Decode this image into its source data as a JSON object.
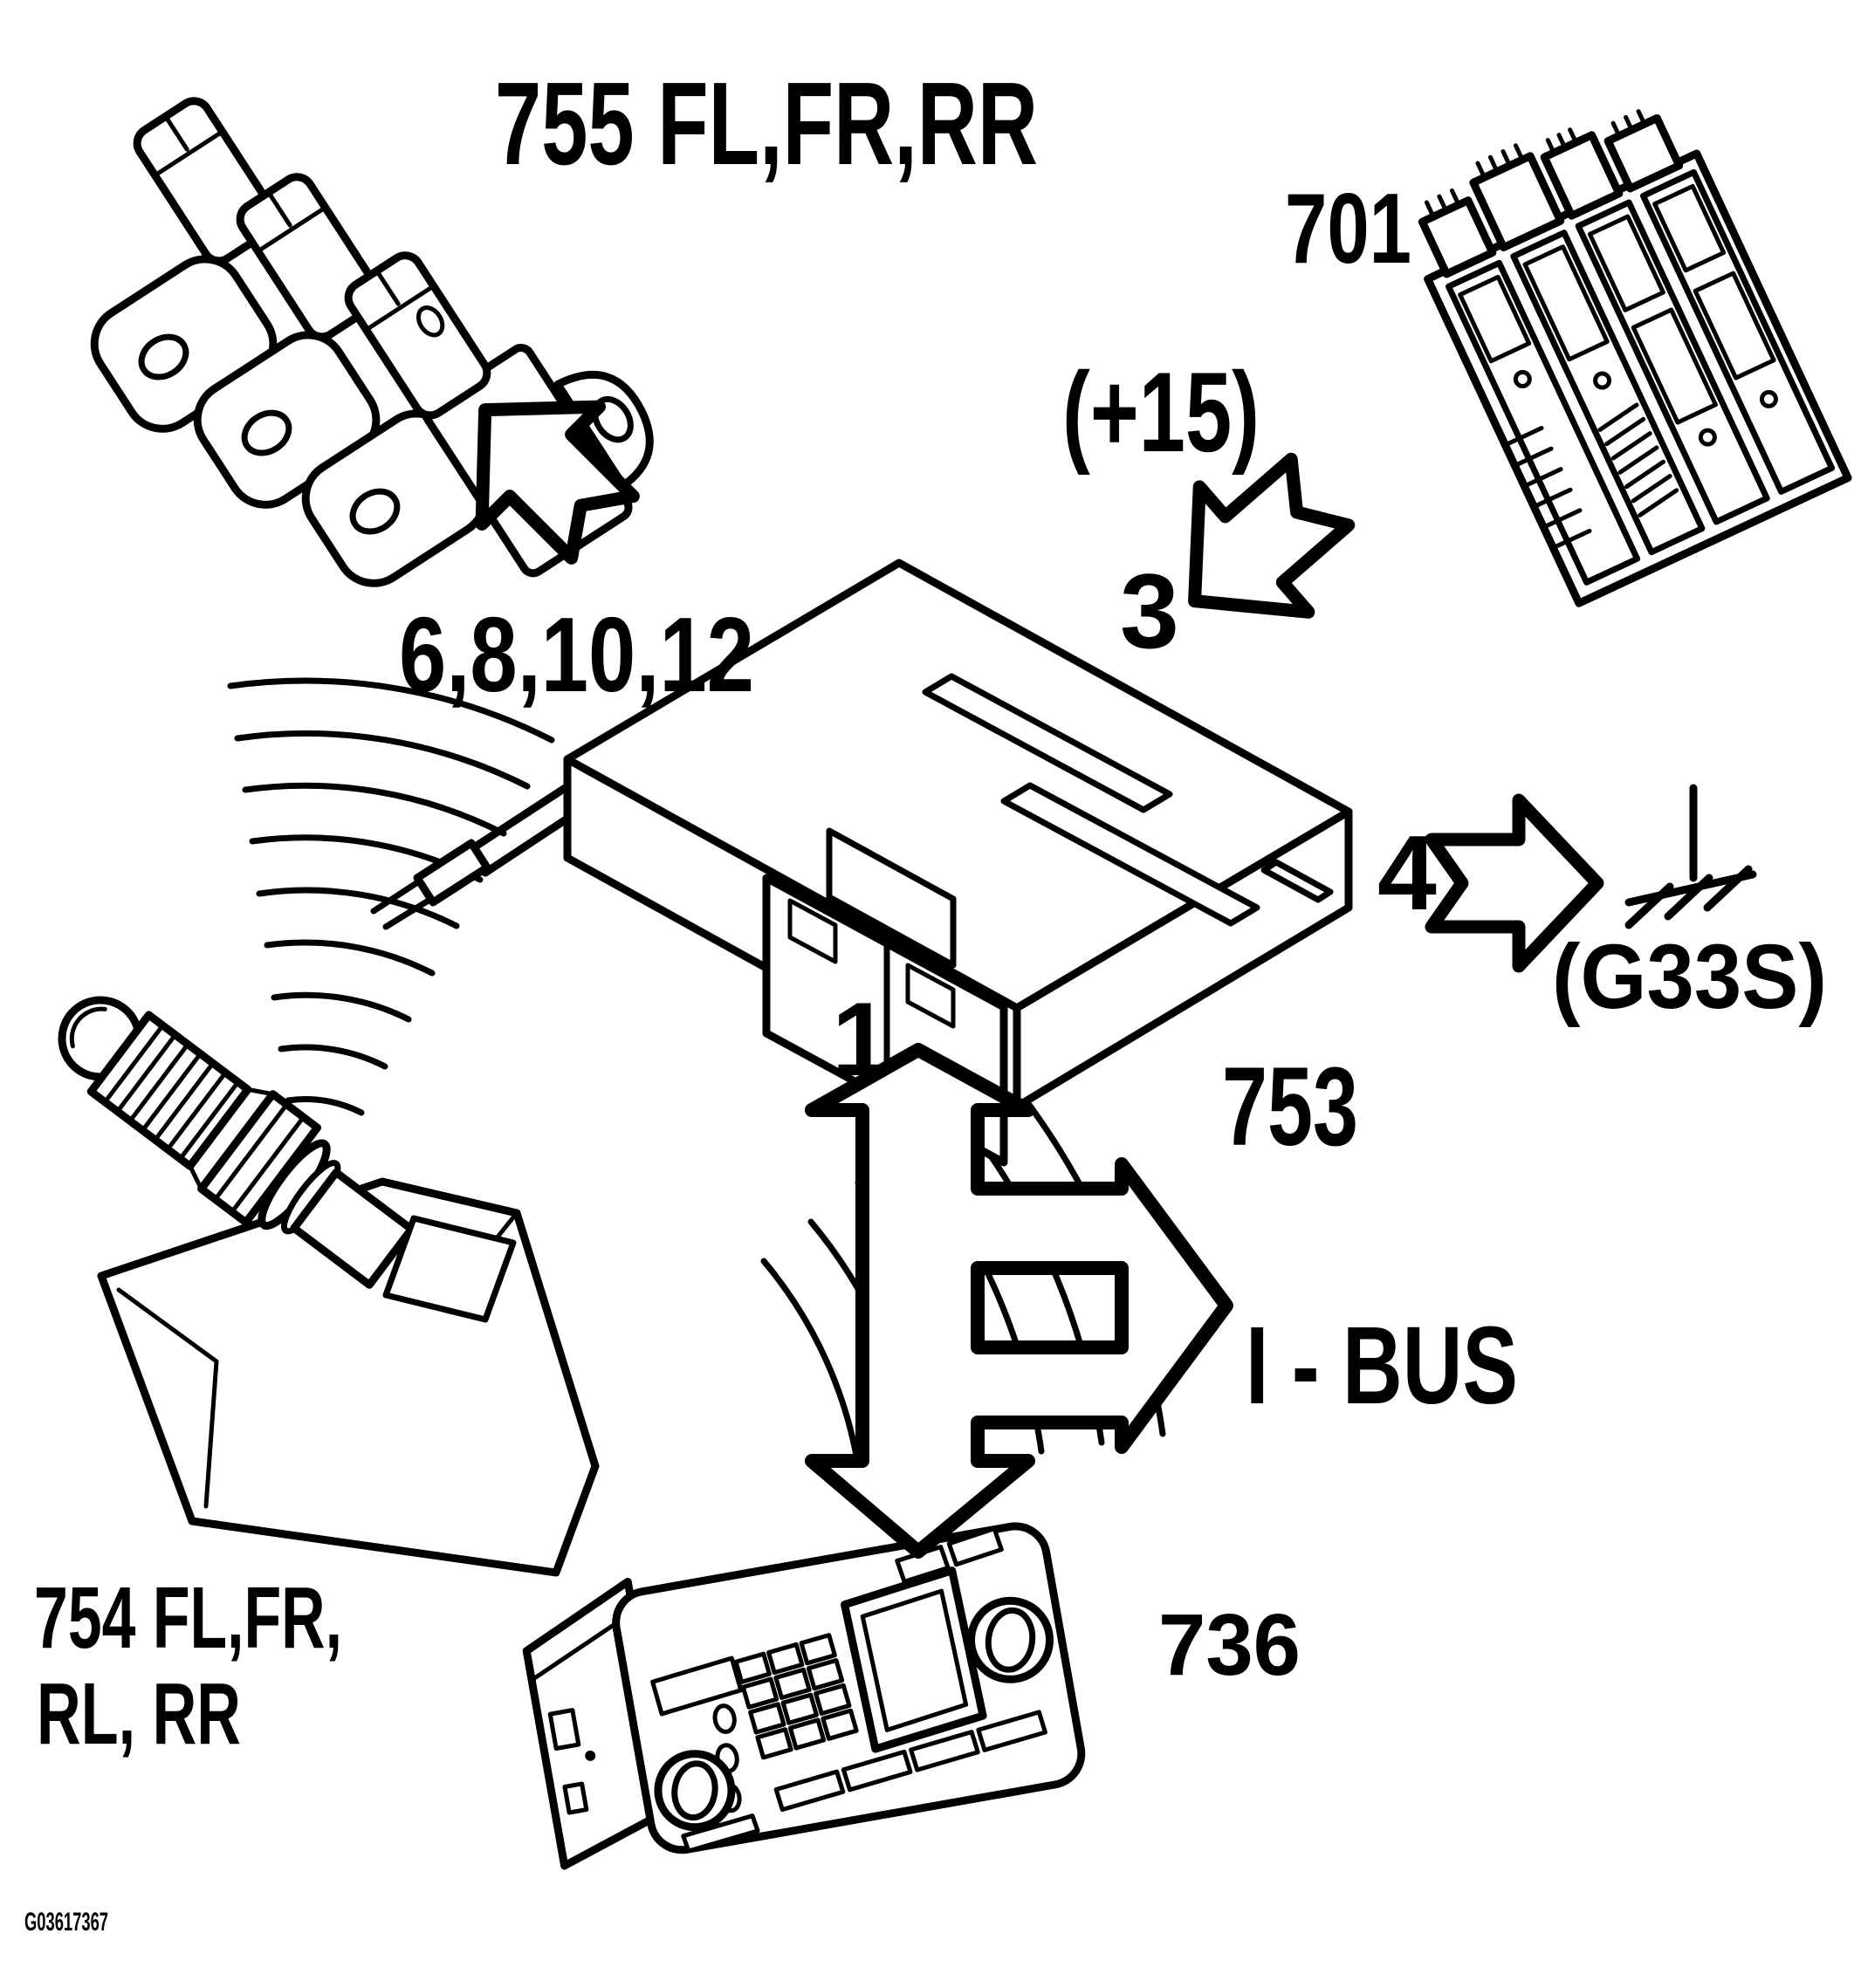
{
  "figure": {
    "code": "G03617367",
    "labels": {
      "antenna_connectors": "755 FL,FR,RR",
      "cem": "701",
      "ignition": "(+15)",
      "pin_3": "3",
      "pins_antenna": "6,8,10,12",
      "pin_4": "4",
      "ground_name": "(G33S)",
      "pin_1": "1",
      "module": "753",
      "bus": "I - BUS",
      "display_unit": "736",
      "sensors_line1": "754 FL,FR,",
      "sensors_line2": "RL, RR"
    }
  }
}
